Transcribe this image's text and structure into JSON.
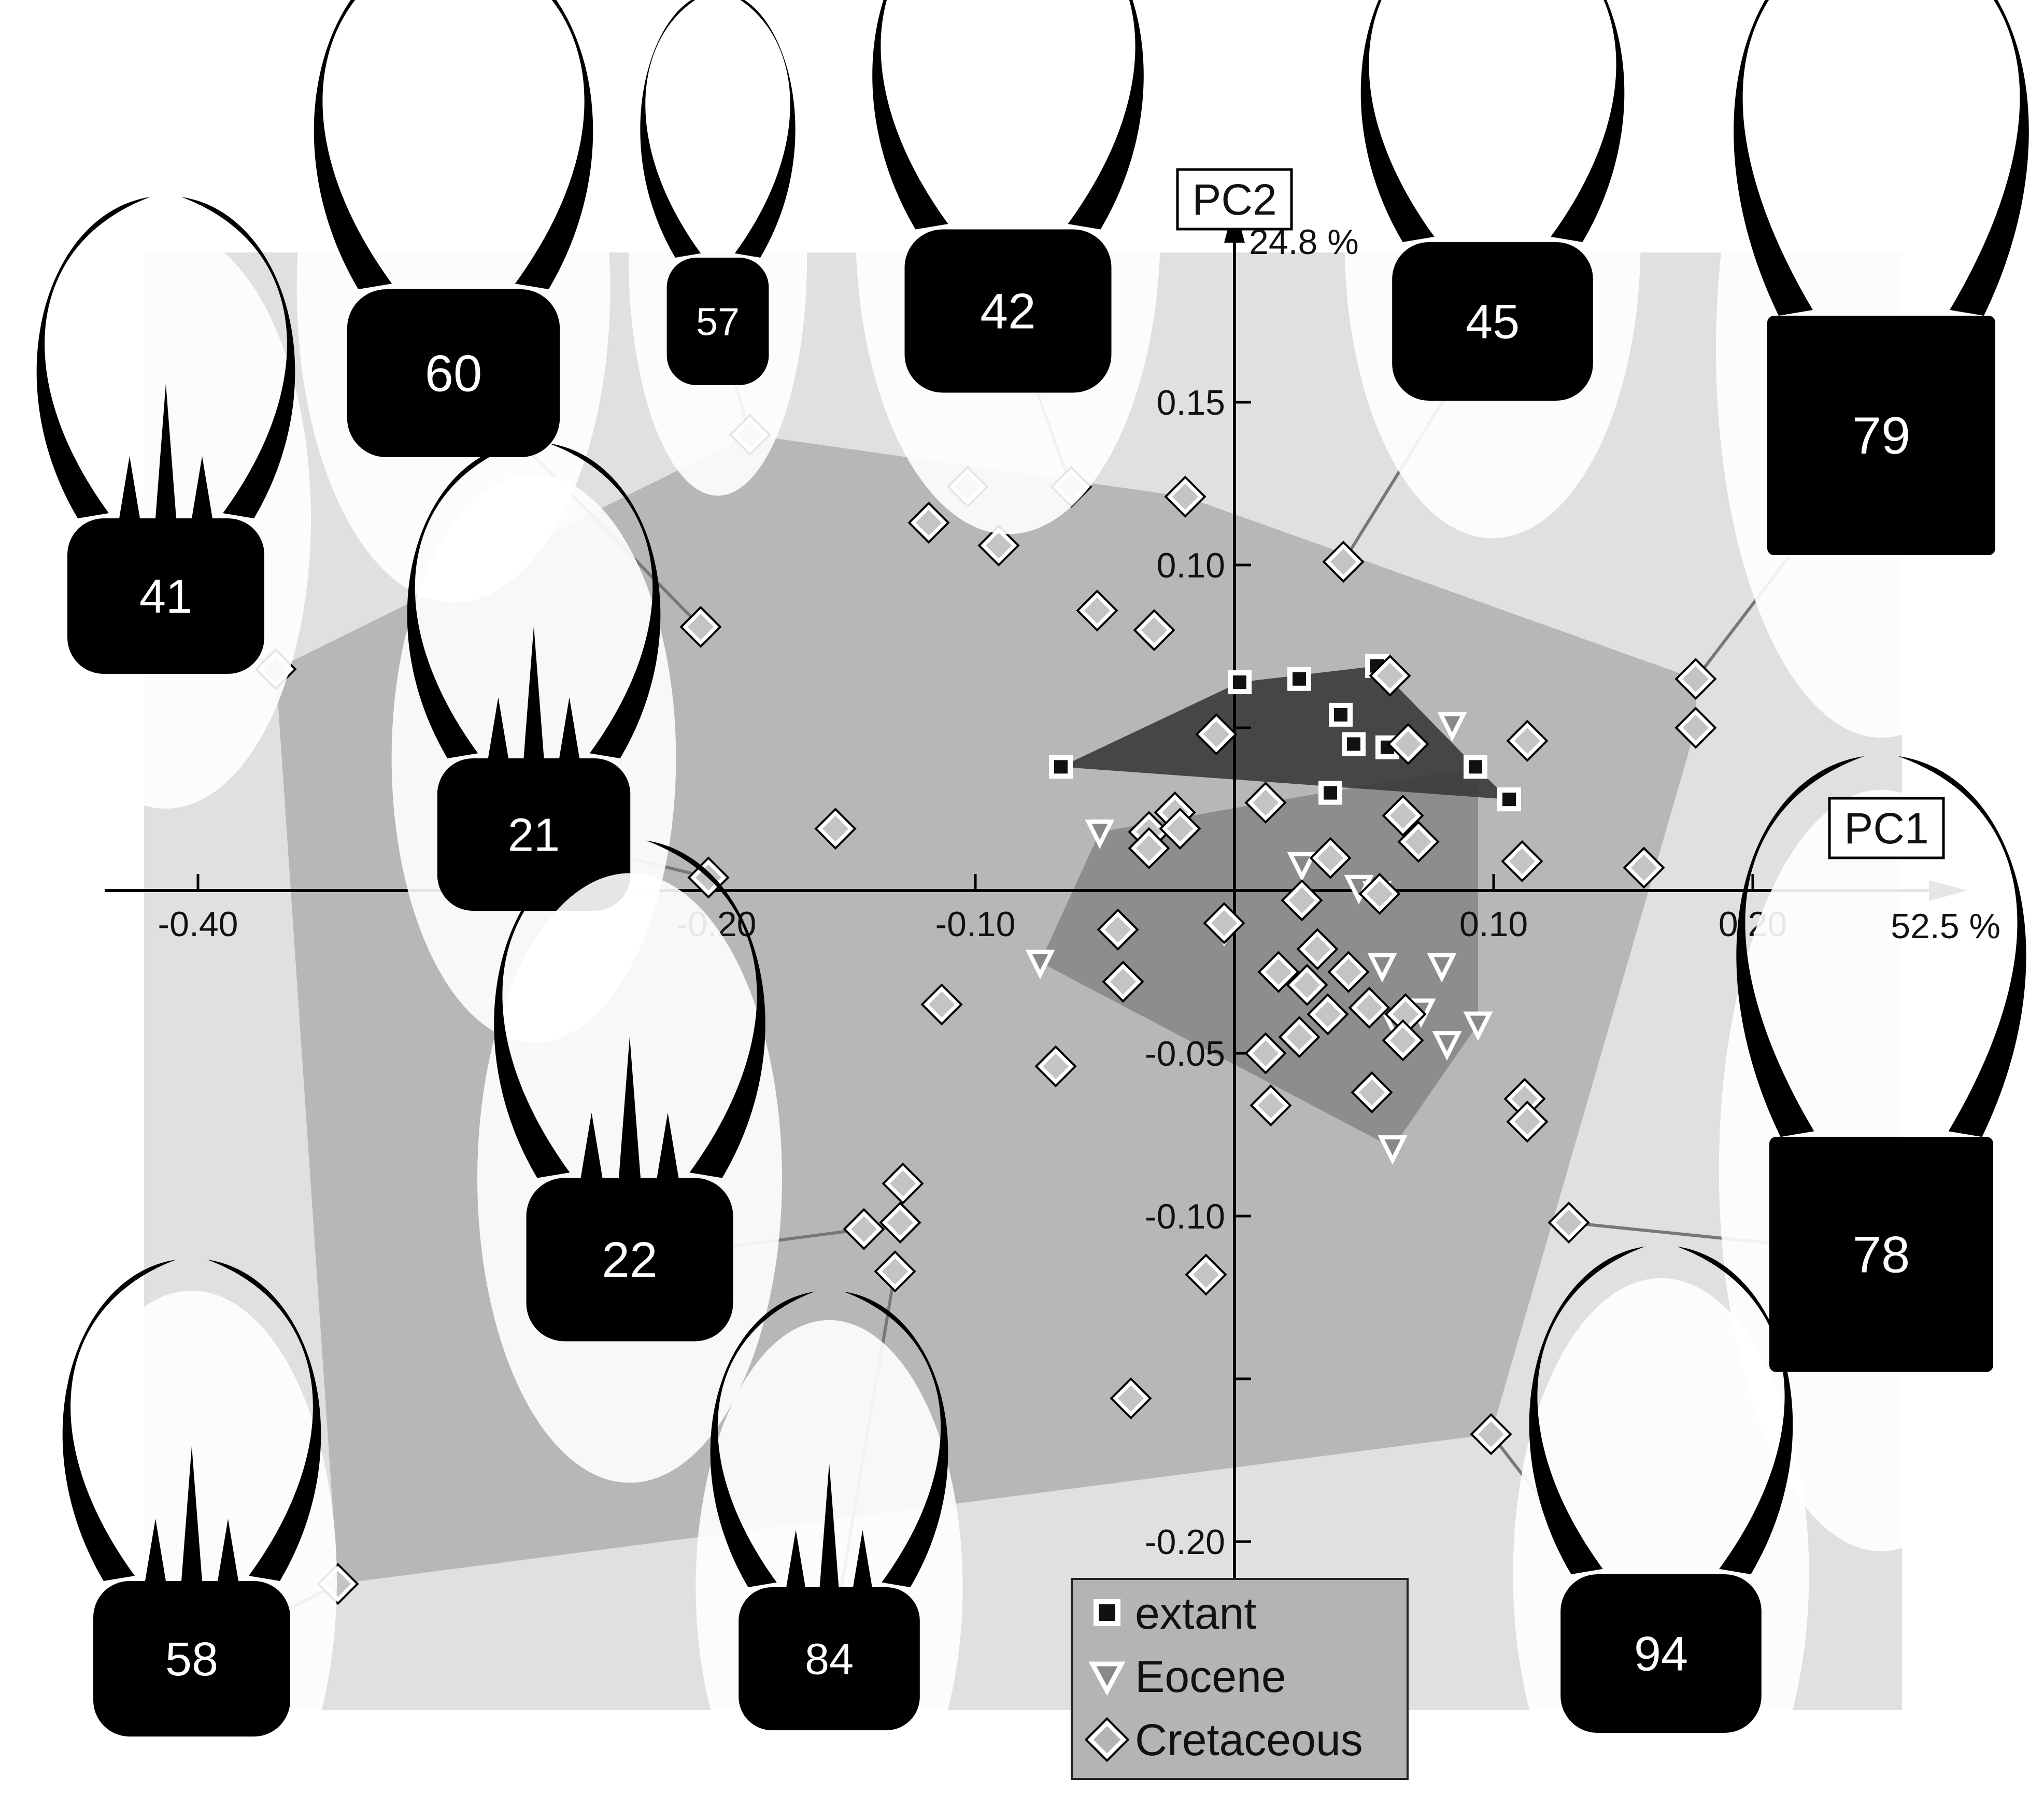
{
  "chart_data": {
    "type": "scatter",
    "axes": {
      "x": {
        "title": "PC1",
        "variance_label": "52.5 %",
        "range": [
          -0.42,
          0.26
        ],
        "ticks": [
          -0.4,
          -0.3,
          -0.2,
          -0.1,
          0.0,
          0.1,
          0.2
        ],
        "tick_labels": [
          "-0.40",
          "",
          "-0.20",
          "-0.10",
          "",
          "0.10",
          "0.20"
        ]
      },
      "y": {
        "title": "PC2",
        "variance_label": "24.8 %",
        "range": [
          -0.215,
          0.195
        ],
        "ticks": [
          0.15,
          0.1,
          0.05,
          -0.05,
          -0.1,
          -0.15,
          -0.2
        ],
        "tick_labels": [
          "0.15",
          "0.10",
          "",
          "-0.05",
          "-0.10",
          "",
          "-0.20"
        ]
      }
    },
    "grid": false,
    "legend": {
      "position": "bottom-center",
      "entries": [
        {
          "label": "extant",
          "marker": "square"
        },
        {
          "label": "Eocene",
          "marker": "triangle-down"
        },
        {
          "label": "Cretaceous",
          "marker": "diamond"
        }
      ]
    },
    "colors": {
      "frame": "#e0e0e0",
      "cretaceous_hull": "#b7b7b7",
      "eocene_hull": "#7d7d7d",
      "extant_hull": "#3a3a3a",
      "marker_stroke": "#ffffff",
      "silhouette": "#000000"
    },
    "series": [
      {
        "name": "extant",
        "marker": "square",
        "points": [
          [
            -0.067,
            0.038
          ],
          [
            0.002,
            0.064
          ],
          [
            0.025,
            0.065
          ],
          [
            0.055,
            0.069
          ],
          [
            0.041,
            0.054
          ],
          [
            0.046,
            0.045
          ],
          [
            0.059,
            0.044
          ],
          [
            0.093,
            0.038
          ],
          [
            0.037,
            0.03
          ],
          [
            0.106,
            0.028
          ]
        ]
      },
      {
        "name": "Eocene",
        "marker": "triangle-down",
        "points": [
          [
            -0.052,
            0.018
          ],
          [
            -0.075,
            -0.022
          ],
          [
            0.084,
            0.051
          ],
          [
            0.026,
            0.008
          ],
          [
            0.048,
            0.001
          ],
          [
            0.055,
            -0.001
          ],
          [
            -0.004,
            -0.012
          ],
          [
            0.08,
            -0.023
          ],
          [
            0.057,
            -0.023
          ],
          [
            0.072,
            -0.037
          ],
          [
            0.063,
            -0.042
          ],
          [
            0.082,
            -0.047
          ],
          [
            0.094,
            -0.041
          ],
          [
            0.061,
            -0.079
          ]
        ]
      },
      {
        "name": "Cretaceous",
        "marker": "diamond",
        "points": [
          [
            -0.37,
            0.068
          ],
          [
            -0.187,
            0.14
          ],
          [
            -0.206,
            0.081
          ],
          [
            -0.203,
            0.004
          ],
          [
            -0.103,
            0.124
          ],
          [
            -0.118,
            0.113
          ],
          [
            -0.091,
            0.106
          ],
          [
            -0.063,
            0.124
          ],
          [
            -0.019,
            0.121
          ],
          [
            -0.053,
            0.086
          ],
          [
            -0.031,
            0.08
          ],
          [
            0.042,
            0.101
          ],
          [
            0.178,
            0.065
          ],
          [
            0.178,
            0.05
          ],
          [
            -0.007,
            0.048
          ],
          [
            0.06,
            0.066
          ],
          [
            0.067,
            0.045
          ],
          [
            0.113,
            0.046
          ],
          [
            0.012,
            0.027
          ],
          [
            -0.154,
            0.019
          ],
          [
            -0.023,
            0.024
          ],
          [
            -0.033,
            0.018
          ],
          [
            -0.021,
            0.019
          ],
          [
            -0.033,
            0.013
          ],
          [
            0.065,
            0.023
          ],
          [
            0.071,
            0.015
          ],
          [
            0.037,
            0.01
          ],
          [
            0.111,
            0.009
          ],
          [
            0.158,
            0.007
          ],
          [
            0.056,
            -0.001
          ],
          [
            0.026,
            -0.003
          ],
          [
            -0.045,
            -0.012
          ],
          [
            0.032,
            -0.018
          ],
          [
            -0.004,
            -0.01
          ],
          [
            0.017,
            -0.025
          ],
          [
            0.044,
            -0.025
          ],
          [
            0.028,
            -0.029
          ],
          [
            -0.043,
            -0.028
          ],
          [
            -0.113,
            -0.035
          ],
          [
            0.036,
            -0.038
          ],
          [
            0.052,
            -0.036
          ],
          [
            0.066,
            -0.038
          ],
          [
            0.065,
            -0.046
          ],
          [
            0.025,
            -0.045
          ],
          [
            0.012,
            -0.05
          ],
          [
            -0.069,
            -0.054
          ],
          [
            0.053,
            -0.062
          ],
          [
            0.014,
            -0.066
          ],
          [
            0.112,
            -0.064
          ],
          [
            0.113,
            -0.071
          ],
          [
            -0.128,
            -0.09
          ],
          [
            -0.143,
            -0.104
          ],
          [
            -0.129,
            -0.102
          ],
          [
            -0.131,
            -0.117
          ],
          [
            0.129,
            -0.102
          ],
          [
            -0.011,
            -0.118
          ],
          [
            -0.04,
            -0.156
          ],
          [
            0.099,
            -0.167
          ],
          [
            -0.346,
            -0.213
          ]
        ]
      }
    ],
    "hulls": {
      "Cretaceous": [
        [
          -0.37,
          0.068
        ],
        [
          -0.187,
          0.14
        ],
        [
          -0.019,
          0.121
        ],
        [
          0.178,
          0.065
        ],
        [
          0.178,
          0.05
        ],
        [
          0.099,
          -0.167
        ],
        [
          -0.346,
          -0.213
        ]
      ],
      "Eocene": [
        [
          -0.052,
          0.018
        ],
        [
          0.012,
          0.027
        ],
        [
          0.094,
          0.038
        ],
        [
          0.094,
          -0.041
        ],
        [
          0.061,
          -0.079
        ],
        [
          -0.075,
          -0.022
        ]
      ],
      "extant": [
        [
          -0.067,
          0.038
        ],
        [
          0.002,
          0.064
        ],
        [
          0.055,
          0.069
        ],
        [
          0.093,
          0.038
        ],
        [
          0.106,
          0.028
        ]
      ]
    },
    "specimens": [
      {
        "id": "41",
        "label": "41",
        "point": [
          -0.37,
          0.068
        ]
      },
      {
        "id": "60",
        "label": "60",
        "point": [
          -0.206,
          0.081
        ]
      },
      {
        "id": "57",
        "label": "57",
        "point": [
          -0.187,
          0.14
        ]
      },
      {
        "id": "42",
        "label": "42",
        "point": [
          -0.063,
          0.124
        ]
      },
      {
        "id": "45",
        "label": "45",
        "point": [
          0.042,
          0.101
        ]
      },
      {
        "id": "79",
        "label": "79",
        "point": [
          0.178,
          0.065
        ]
      },
      {
        "id": "21",
        "label": "21",
        "point": [
          -0.203,
          0.004
        ]
      },
      {
        "id": "22",
        "label": "22",
        "point": [
          -0.143,
          -0.104
        ]
      },
      {
        "id": "78",
        "label": "78",
        "point": [
          0.129,
          -0.102
        ]
      },
      {
        "id": "58",
        "label": "58",
        "point": [
          -0.346,
          -0.213
        ]
      },
      {
        "id": "84",
        "label": "84",
        "point": [
          -0.131,
          -0.117
        ]
      },
      {
        "id": "94",
        "label": "94",
        "point": [
          0.099,
          -0.167
        ]
      }
    ]
  }
}
